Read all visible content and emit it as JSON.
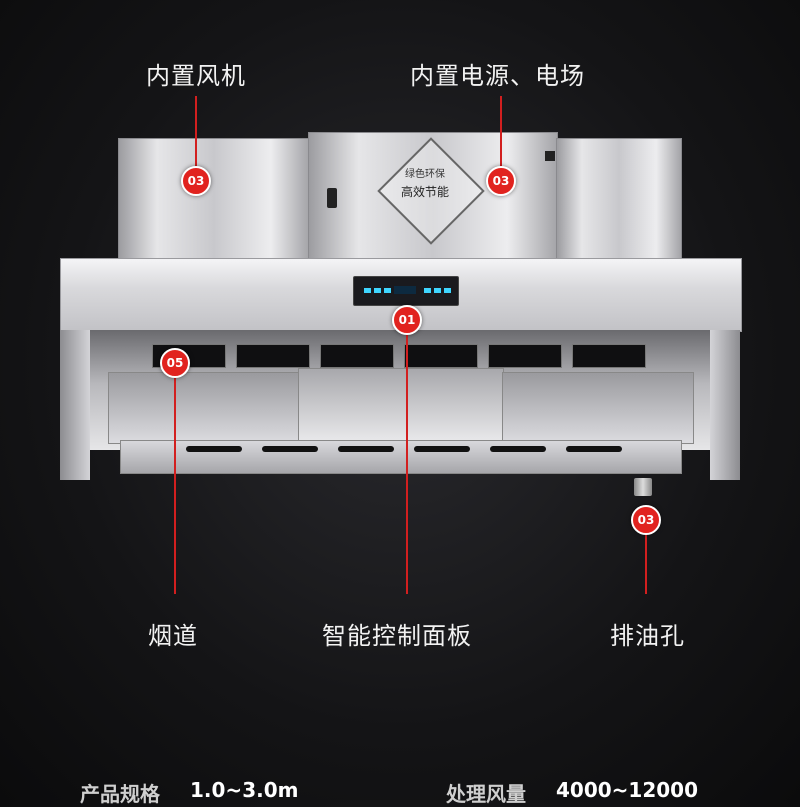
{
  "labels": {
    "fan": "内置风机",
    "power": "内置电源、电场",
    "flue": "烟道",
    "panel": "智能控制面板",
    "drain": "排油孔"
  },
  "badges": {
    "fan": "03",
    "power": "03",
    "panel": "01",
    "flue": "05",
    "drain": "03"
  },
  "stamp": {
    "line1": "绿色环保",
    "line2": "高效节能"
  },
  "specs": {
    "size_label": "产品规格",
    "size_value": "1.0~3.0m",
    "air_label": "处理风量",
    "air_value": "4000~12000"
  },
  "colors": {
    "accent": "#e1231f",
    "background": "#141416"
  }
}
